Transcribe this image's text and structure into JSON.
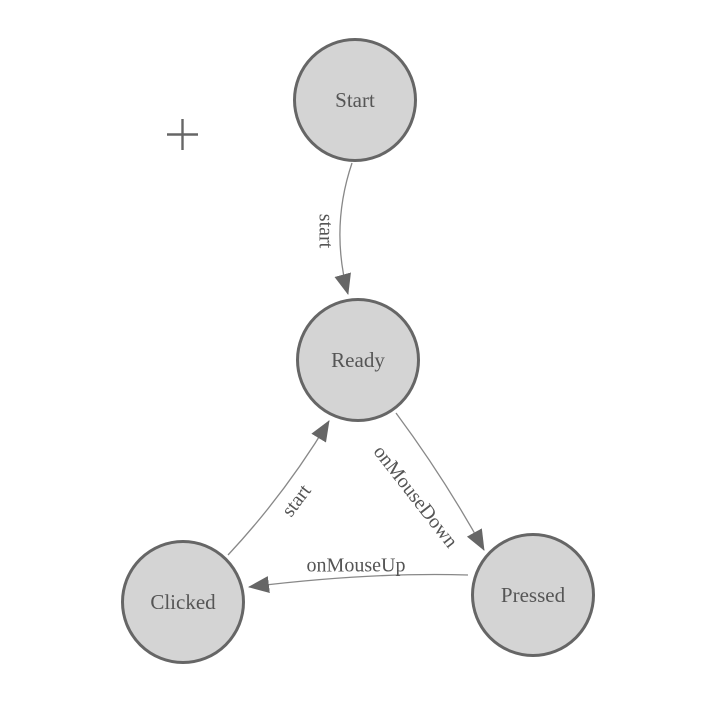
{
  "diagram": {
    "type": "state-machine",
    "background": "#ffffff"
  },
  "colors": {
    "node_fill": "#d4d4d4",
    "node_border": "#666666",
    "node_text": "#555555",
    "edge_line": "#888888",
    "arrowhead_fill": "#666666",
    "edge_label_text": "#555555",
    "crosshair": "#666666"
  },
  "icons": {
    "crosshair": "plus-crosshair-icon",
    "arrowhead": "triangle-arrowhead-icon"
  },
  "nodes": [
    {
      "id": "start",
      "label": "Start"
    },
    {
      "id": "ready",
      "label": "Ready"
    },
    {
      "id": "clicked",
      "label": "Clicked"
    },
    {
      "id": "pressed",
      "label": "Pressed"
    }
  ],
  "edges": [
    {
      "from": "start",
      "to": "ready",
      "label": "start"
    },
    {
      "from": "ready",
      "to": "pressed",
      "label": "onMouseDown"
    },
    {
      "from": "pressed",
      "to": "clicked",
      "label": "onMouseUp"
    },
    {
      "from": "clicked",
      "to": "ready",
      "label": "start"
    }
  ]
}
